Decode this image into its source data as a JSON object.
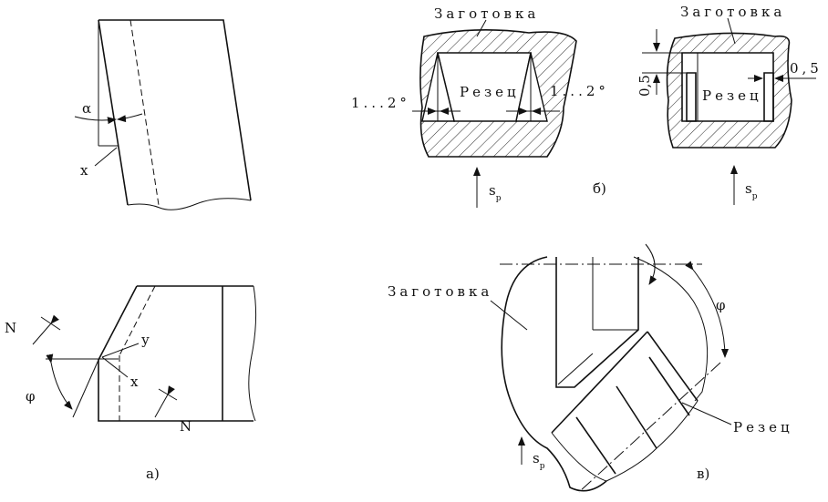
{
  "labels": {
    "zagotovka": "Заготовка",
    "rezets": "Резец",
    "alpha": "α",
    "phi": "φ",
    "x": "х",
    "y": "у",
    "N": "N",
    "angle_range": "1...2°",
    "offset": "0,5",
    "feed_s": "s",
    "feed_sub": "р",
    "panel_a": "а)",
    "panel_b": "б)",
    "panel_v": "в)"
  },
  "colors": {
    "ink": "#111111",
    "background": "#ffffff"
  }
}
